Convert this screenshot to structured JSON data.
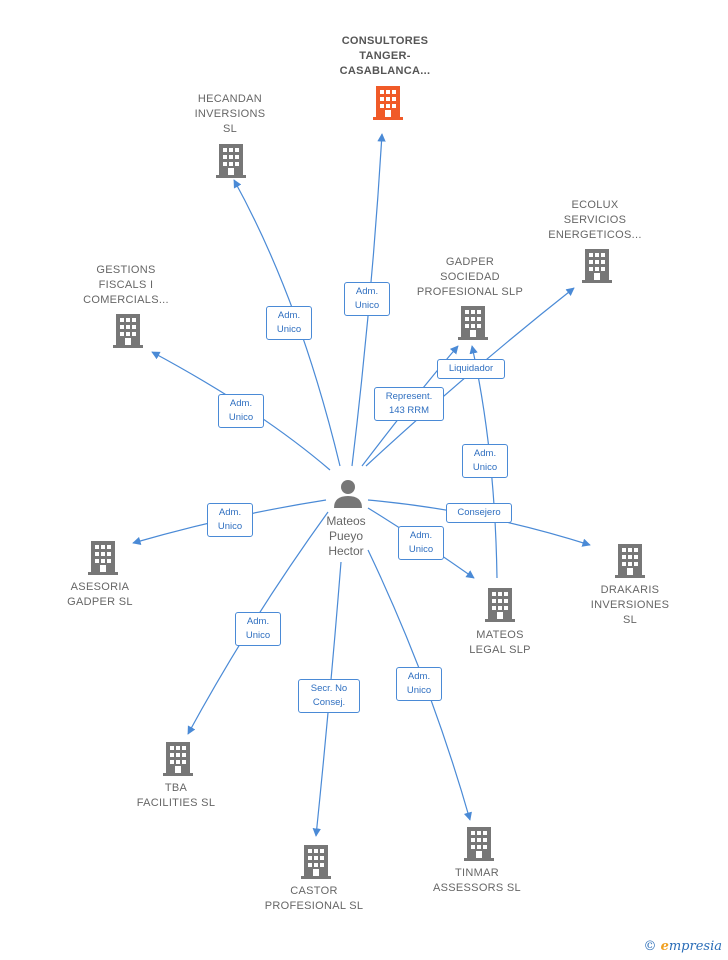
{
  "center": {
    "name": "Mateos\nPueyo\nHector",
    "icon": "person-icon"
  },
  "companies": [
    {
      "id": "consultores",
      "label": "CONSULTORES\nTANGER-\nCASABLANCA...",
      "highlight": true
    },
    {
      "id": "hecandan",
      "label": "HECANDAN\nINVERSIONS\nSL"
    },
    {
      "id": "ecolux",
      "label": "ECOLUX\nSERVICIOS\nENERGETICOS..."
    },
    {
      "id": "gestions",
      "label": "GESTIONS\nFISCALS I\nCOMERCIALS..."
    },
    {
      "id": "gadper-sp",
      "label": "GADPER\nSOCIEDAD\nPROFESIONAL SLP"
    },
    {
      "id": "asesoria",
      "label": "ASESORIA\nGADPER SL"
    },
    {
      "id": "drakaris",
      "label": "DRAKARIS\nINVERSIONES\nSL"
    },
    {
      "id": "mateos-legal",
      "label": "MATEOS\nLEGAL  SLP"
    },
    {
      "id": "tba",
      "label": "TBA\nFACILITIES SL"
    },
    {
      "id": "castor",
      "label": "CASTOR\nPROFESIONAL SL"
    },
    {
      "id": "tinmar",
      "label": "TINMAR\nASSESSORS SL"
    }
  ],
  "relations": [
    {
      "id": "r1",
      "label": "Adm.\nUnico"
    },
    {
      "id": "r2",
      "label": "Adm.\nUnico"
    },
    {
      "id": "r3",
      "label": "Adm.\nUnico"
    },
    {
      "id": "r4",
      "label": "Represent.\n143 RRM"
    },
    {
      "id": "r5",
      "label": "Liquidador"
    },
    {
      "id": "r6",
      "label": "Adm.\nUnico"
    },
    {
      "id": "r7",
      "label": "Adm.\nUnico"
    },
    {
      "id": "r8",
      "label": "Consejero"
    },
    {
      "id": "r9",
      "label": "Adm.\nUnico"
    },
    {
      "id": "r10",
      "label": "Adm.\nUnico"
    },
    {
      "id": "r11",
      "label": "Secr.  No\nConsej."
    },
    {
      "id": "r12",
      "label": "Adm.\nUnico"
    }
  ],
  "colors": {
    "edge": "#4a8ad6",
    "building": "#777777",
    "building_highlight": "#f05a28",
    "person": "#777777"
  },
  "brand": {
    "symbol": "©",
    "initial": "e",
    "rest": "mpresia"
  }
}
